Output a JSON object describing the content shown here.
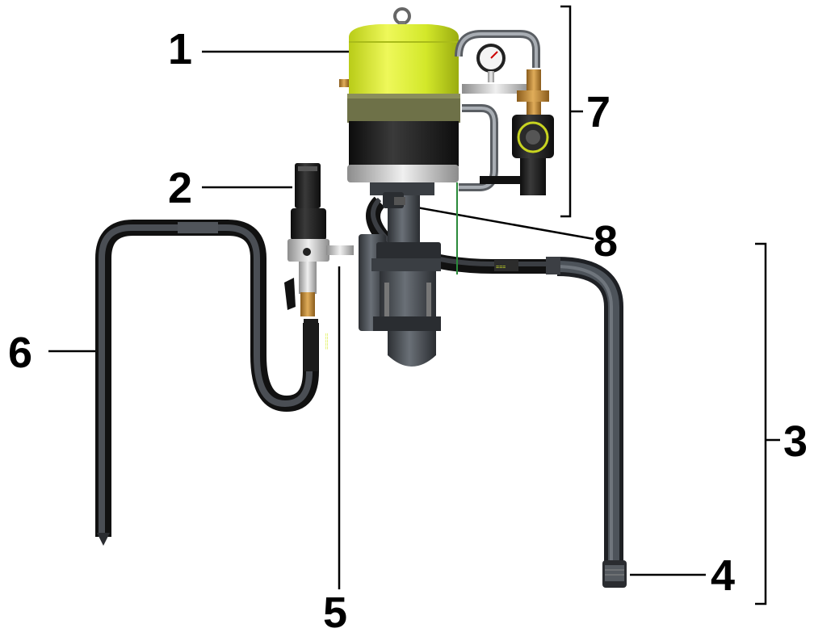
{
  "callouts": [
    {
      "id": "1",
      "label": "1"
    },
    {
      "id": "2",
      "label": "2"
    },
    {
      "id": "3",
      "label": "3"
    },
    {
      "id": "4",
      "label": "4"
    },
    {
      "id": "5",
      "label": "5"
    },
    {
      "id": "6",
      "label": "6"
    },
    {
      "id": "7",
      "label": "7"
    },
    {
      "id": "8",
      "label": "8"
    }
  ],
  "colors": {
    "motor_cap": "#d7ec2a",
    "motor_band": "#6e7148",
    "body_dark": "#1b1b1b",
    "hose": "#2a2c30",
    "tube_grey": "#4a4f55",
    "brass": "#c9903a",
    "leader_line": "#000000"
  }
}
